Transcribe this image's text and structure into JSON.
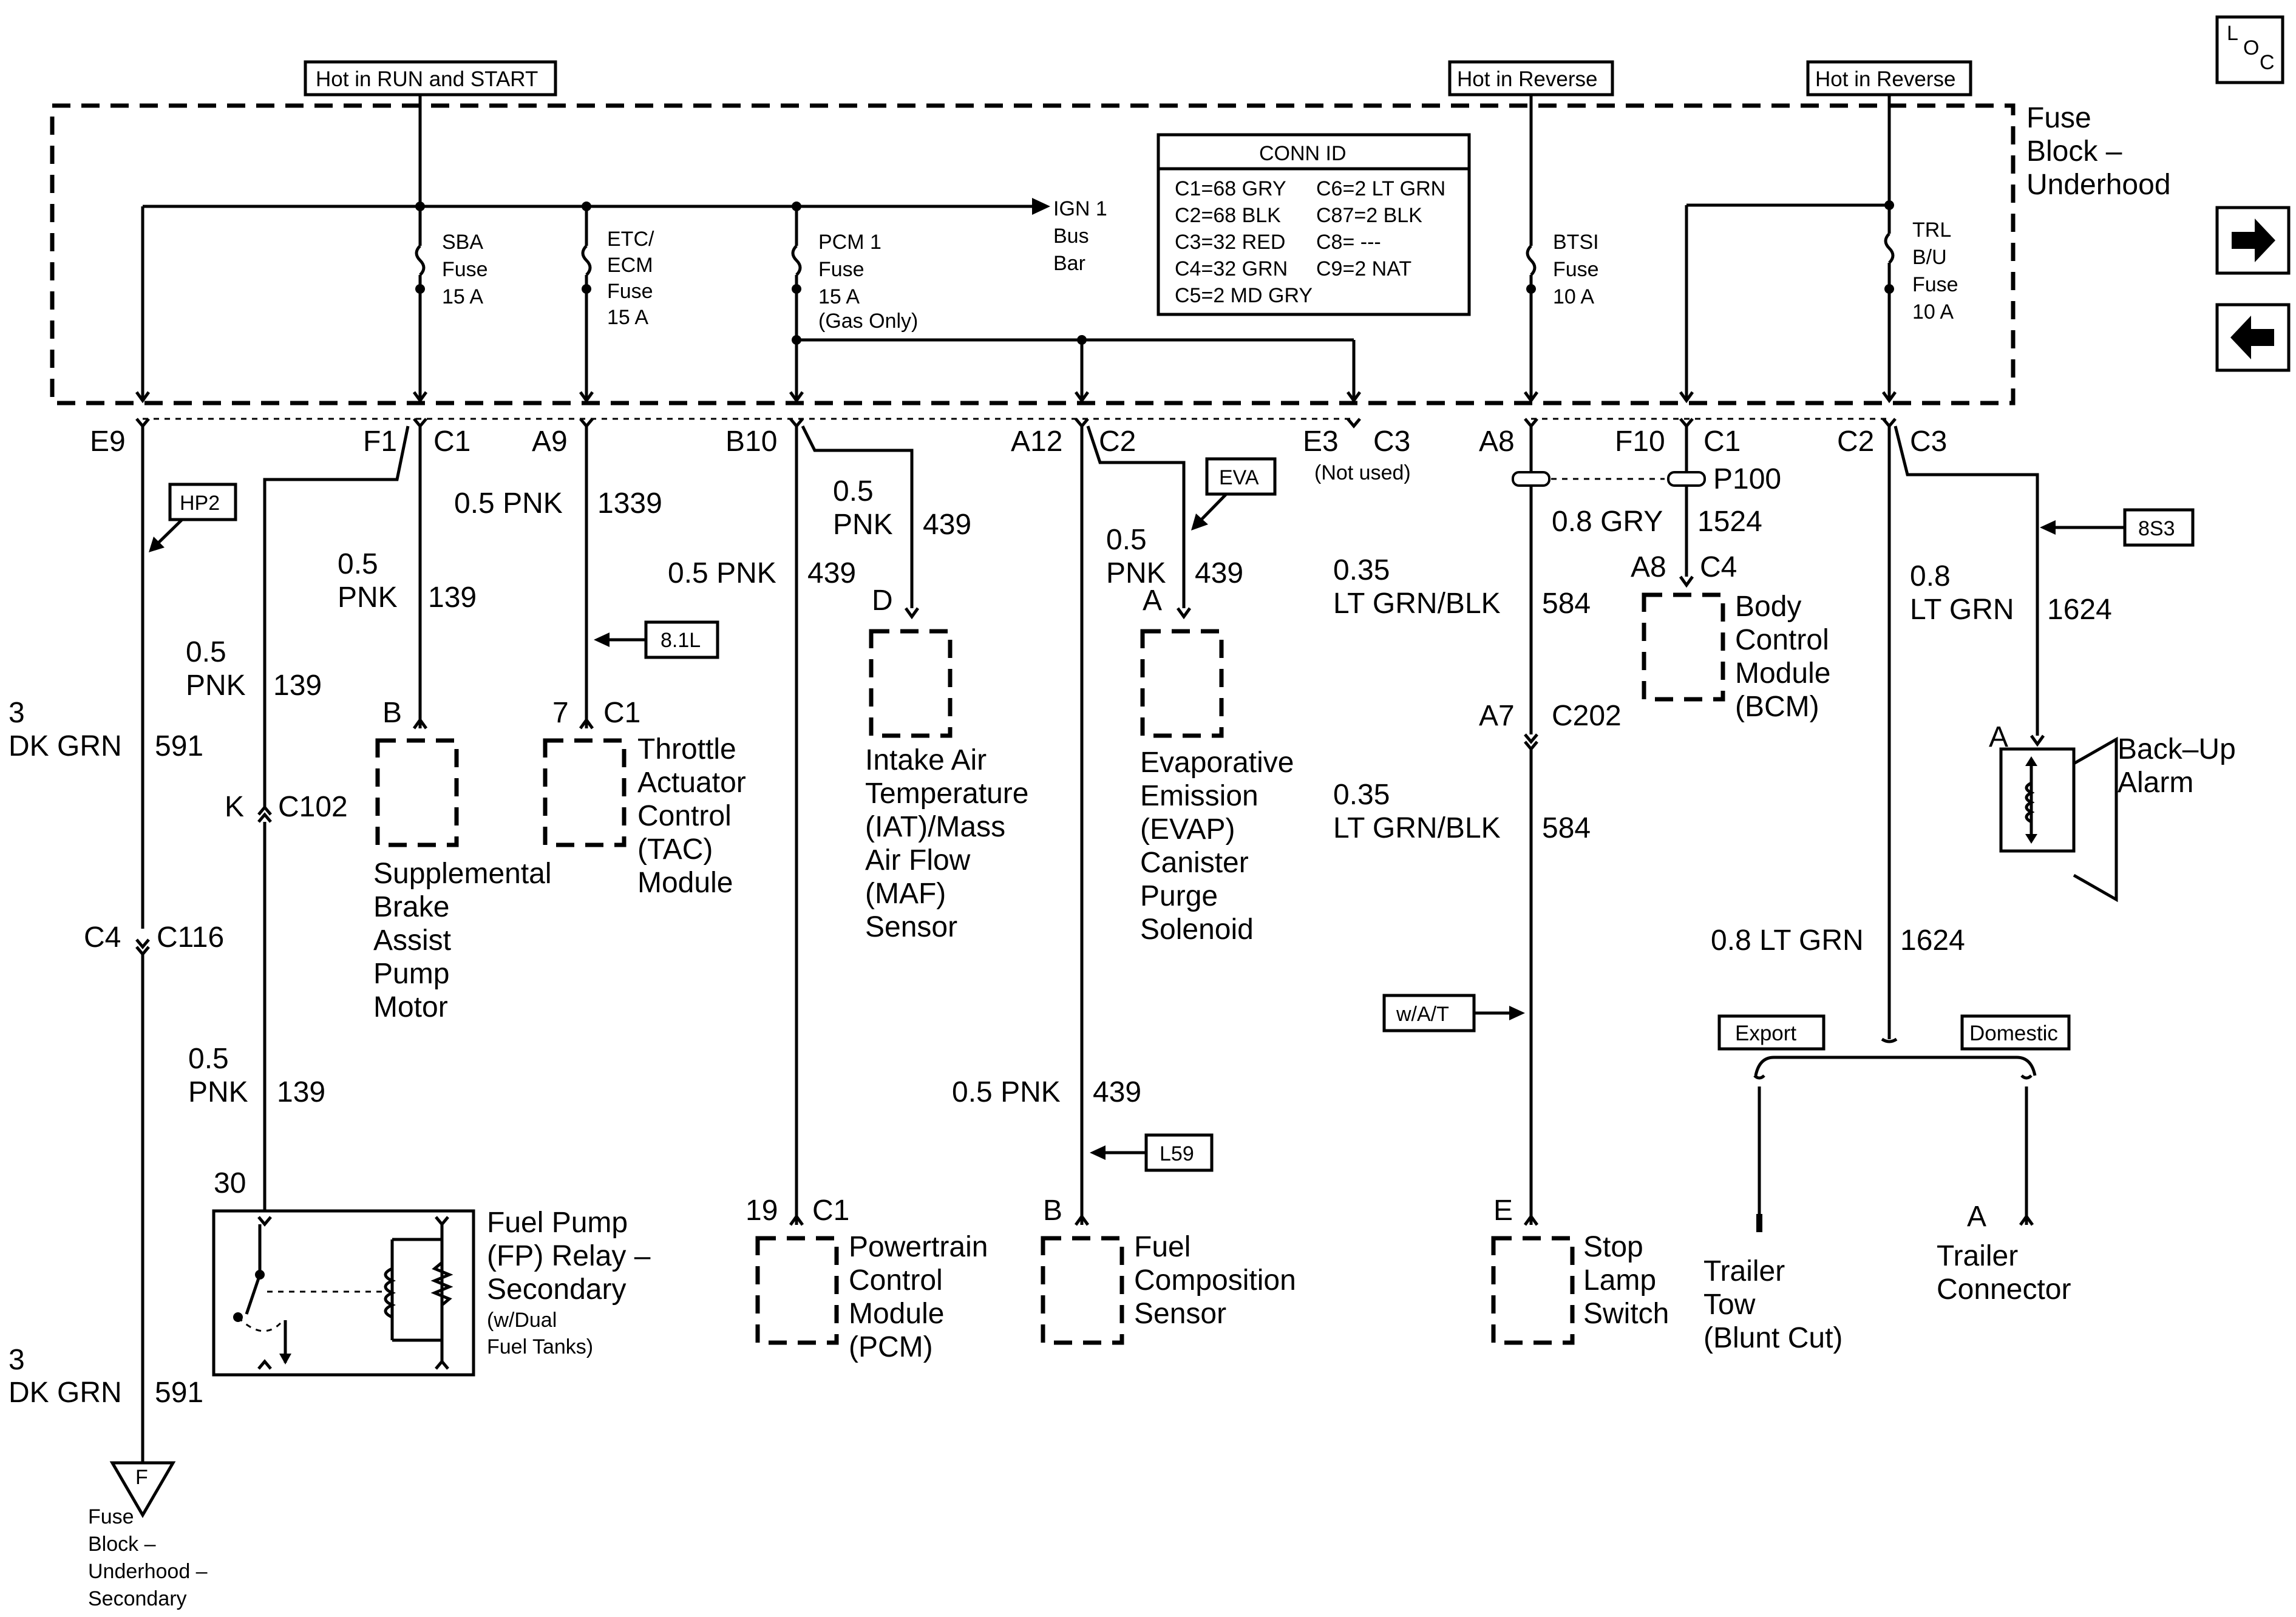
{
  "hot": {
    "run_start": "Hot in RUN and START",
    "reverse_1": "Hot in Reverse",
    "reverse_2": "Hot in Reverse"
  },
  "fuse_block": {
    "l1": "Fuse",
    "l2": "Block –",
    "l3": "Underhood"
  },
  "ign_bus": {
    "l1": "IGN 1",
    "l2": "Bus",
    "l3": "Bar"
  },
  "fuses": {
    "sba": [
      "SBA",
      "Fuse",
      "15 A"
    ],
    "etc": [
      "ETC/",
      "ECM",
      "Fuse",
      "15 A"
    ],
    "pcm": [
      "PCM 1",
      "Fuse",
      "15 A",
      "(Gas Only)"
    ],
    "btsi": [
      "BTSI",
      "Fuse",
      "10 A"
    ],
    "trl": [
      "TRL",
      "B/U",
      "Fuse",
      "10 A"
    ]
  },
  "conn_id": {
    "title": "CONN ID",
    "left": [
      "C1=68 GRY",
      "C2=68 BLK",
      "C3=32 RED",
      "C4=32 GRN",
      "C5=2 MD GRY"
    ],
    "right": [
      "C6=2 LT GRN",
      "C87=2 BLK",
      "C8= ---",
      "C9=2 NAT"
    ]
  },
  "pins": {
    "e9": "E9",
    "f1": "F1",
    "c1a": "C1",
    "a9": "A9",
    "b10": "B10",
    "a12": "A12",
    "c2a": "C2",
    "e3": "E3",
    "c3a": "C3",
    "not_used": "(Not used)",
    "a8": "A8",
    "f10": "F10",
    "c1b": "C1",
    "c2b": "C2",
    "c3b": "C3",
    "p100": "P100",
    "a8b": "A8",
    "c4b": "C4",
    "a7": "A7",
    "c202": "C202",
    "k": "K",
    "c102": "C102",
    "c4": "C4",
    "c116": "C116",
    "b1": "B",
    "p7": "7",
    "c1c": "C1",
    "d": "D",
    "a_evap": "A",
    "n30": "30",
    "n19": "19",
    "c1d": "C1",
    "b2": "B",
    "e": "E",
    "a_alarm": "A",
    "a_trailer": "A"
  },
  "wires": {
    "w591_top": [
      "3",
      "DK GRN",
      "591"
    ],
    "w591_bot": [
      "3",
      "DK GRN",
      "591"
    ],
    "w139_sba": [
      "0.5",
      "PNK",
      "139"
    ],
    "w139_k": [
      "0.5",
      "PNK",
      "139"
    ],
    "w139_low": [
      "0.5",
      "PNK",
      "139"
    ],
    "w1339": "0.5 PNK",
    "w1339_n": "1339",
    "w439_iat": [
      "0.5",
      "PNK",
      "439"
    ],
    "w439_pcm": "0.5 PNK",
    "w439_pcm_n": "439",
    "w439_evap": [
      "0.5",
      "PNK",
      "439"
    ],
    "w439_fcs": "0.5 PNK",
    "w439_fcs_n": "439",
    "w584a": [
      "0.35",
      "LT GRN/BLK",
      "584"
    ],
    "w584b": [
      "0.35",
      "LT GRN/BLK",
      "584"
    ],
    "w1524": "0.8 GRY",
    "w1524_n": "1524",
    "w1624a": [
      "0.8",
      "LT GRN",
      "1624"
    ],
    "w1624b": "0.8 LT GRN",
    "w1624b_n": "1624"
  },
  "refs": {
    "hp2": "HP2",
    "l81": "8.1L",
    "eva": "EVA",
    "s83": "8S3",
    "l59": "L59",
    "wat": "w/A/T"
  },
  "components": {
    "sba": [
      "Supplemental",
      "Brake",
      "Assist",
      "Pump",
      "Motor"
    ],
    "tac": [
      "Throttle",
      "Actuator",
      "Control",
      "(TAC)",
      "Module"
    ],
    "iat": [
      "Intake Air",
      "Temperature",
      "(IAT)/Mass",
      "Air Flow",
      "(MAF)",
      "Sensor"
    ],
    "evap": [
      "Evaporative",
      "Emission",
      "(EVAP)",
      "Canister",
      "Purge",
      "Solenoid"
    ],
    "bcm": [
      "Body",
      "Control",
      "Module",
      "(BCM)"
    ],
    "alarm": [
      "Back–Up",
      "Alarm"
    ],
    "relay": [
      "Fuel Pump",
      "(FP) Relay –",
      "Secondary"
    ],
    "relay_note": [
      "(w/Dual",
      "Fuel Tanks)"
    ],
    "pcm": [
      "Powertrain",
      "Control",
      "Module",
      "(PCM)"
    ],
    "fcs": [
      "Fuel",
      "Composition",
      "Sensor"
    ],
    "stop": [
      "Stop",
      "Lamp",
      "Switch"
    ],
    "tow": [
      "Trailer",
      "Tow",
      "(Blunt Cut)"
    ],
    "trailer": [
      "Trailer",
      "Connector"
    ],
    "export": "Export",
    "domestic": "Domestic",
    "ground": "F",
    "ground_label": [
      "Fuse",
      "Block –",
      "Underhood –",
      "Secondary"
    ]
  },
  "loc": {
    "l": "L",
    "o": "O",
    "c": "C"
  },
  "nav": {
    "next": "next-arrow-icon",
    "prev": "prev-arrow-icon"
  }
}
